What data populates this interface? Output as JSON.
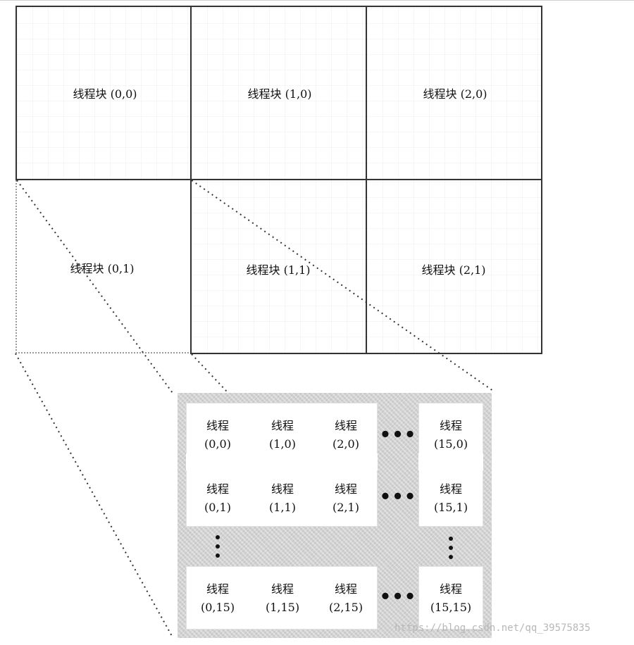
{
  "blocks": [
    {
      "label": "线程块 (0,0)"
    },
    {
      "label": "线程块 (1,0)"
    },
    {
      "label": "线程块 (2,0)"
    },
    {
      "label": "线程块 (0,1)"
    },
    {
      "label": "线程块 (1,1)"
    },
    {
      "label": "线程块 (2,1)"
    }
  ],
  "threads": {
    "name": "线程",
    "row_0": [
      "(0,0)",
      "(1,0)",
      "(2,0)",
      "(15,0)"
    ],
    "row_1": [
      "(0,1)",
      "(1,1)",
      "(2,1)",
      "(15,1)"
    ],
    "row_15": [
      "(0,15)",
      "(1,15)",
      "(2,15)",
      "(15,15)"
    ],
    "ellipsis_h": "•••"
  },
  "watermark": "https://blog.csdn.net/qq_39575835",
  "colors": {
    "border": "#333333",
    "dotted": "#9a9a9a",
    "panel": "#d2d2d2"
  }
}
